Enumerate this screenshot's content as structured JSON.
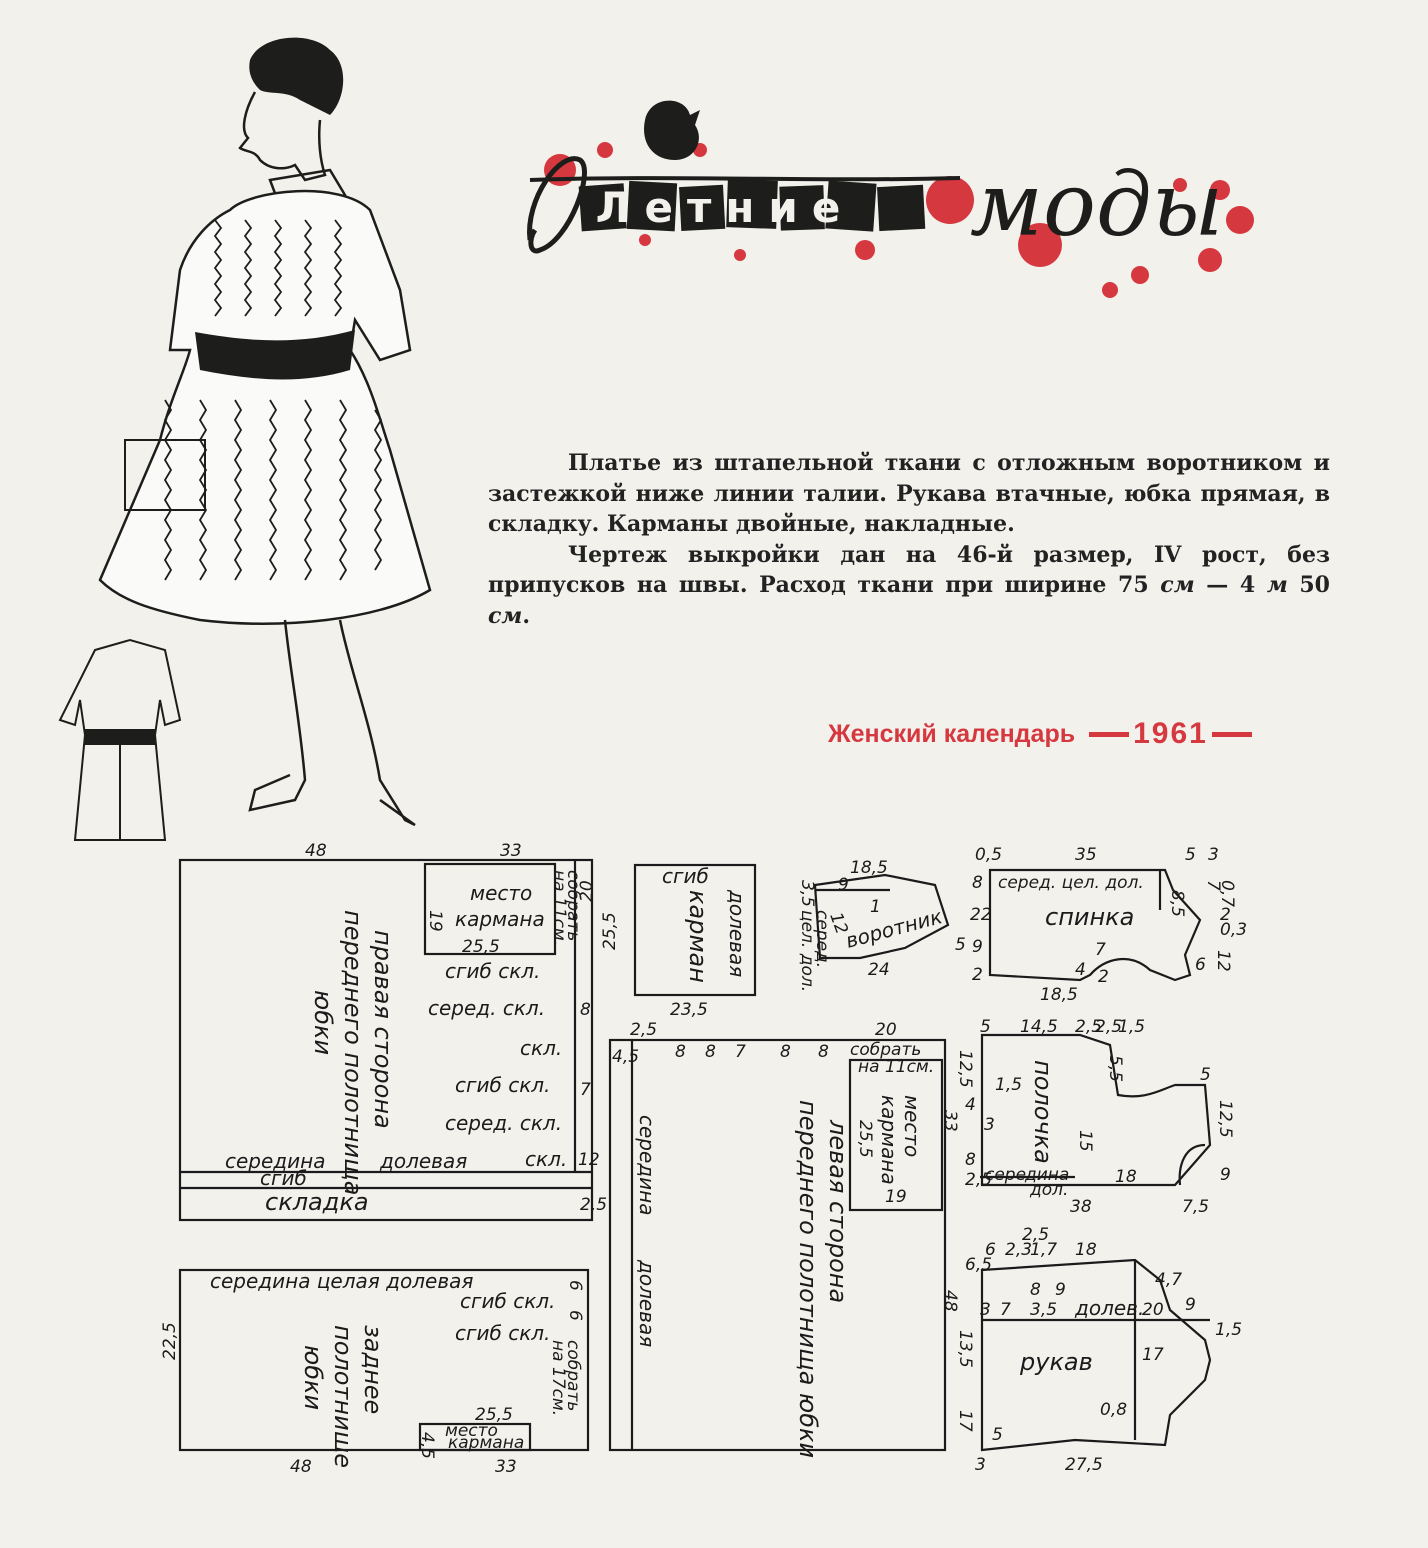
{
  "header": {
    "title_word_1": "Летние",
    "title_word_2": "моды",
    "accent_color": "#d6383f"
  },
  "description": {
    "paragraph_1": "Платье из штапельной ткани с отложным воротником и застежкой ниже линии талии. Рукава втачные, юбка прямая, в складку. Карманы двойные, накладные.",
    "paragraph_2_a": "Чертеж выкройки дан на 46-й размер, IV рост, без припусков на швы. Расход ткани при ширине 75 ",
    "unit_1": "см",
    "dash": " — 4 ",
    "unit_2": "м",
    "value_end": " 50 ",
    "unit_3": "см",
    "end": "."
  },
  "source": {
    "name": "Женский календарь",
    "year": "1961"
  },
  "pattern": {
    "right_skirt": {
      "d_top_1": "48",
      "d_top_2": "33",
      "pocket_label_1": "место",
      "pocket_label_2": "кармана",
      "pocket_d1": "19",
      "pocket_d2": "25,5",
      "gather_1": "собрать",
      "gather_2": "на 11см.",
      "d_20": "20",
      "d_255": "25,5",
      "fold_1": "сгиб скл.",
      "mid_1": "серед. скл.",
      "pleat_1": "скл.",
      "fold_2": "сгиб скл.",
      "mid_2": "серед. скл.",
      "pleat_2": "скл.",
      "name_1": "правая сторона",
      "name_2": "переднего полотнища",
      "name_3": "юбки",
      "middle": "середина",
      "fold": "сгиб",
      "grain": "долевая",
      "pleat": "складка",
      "d_8": "8",
      "d_7": "7",
      "d_12": "12",
      "d_25": "2,5"
    },
    "back_skirt": {
      "top_label": "середина целая долевая",
      "fold_1": "сгиб скл.",
      "fold_2": "сгиб скл.",
      "gather_1": "собрать",
      "gather_2": "на 17см.",
      "d_225": "22,5",
      "d_6": "6",
      "d_6b": "6",
      "name_1": "заднее",
      "name_2": "полотнище",
      "name_3": "юбки",
      "pocket_d": "25,5",
      "pocket_label_1": "место",
      "pocket_label_2": "кармана",
      "d_45": "4,5",
      "d_48": "48",
      "d_33": "33"
    },
    "pocket": {
      "fold": "сгиб",
      "name": "карман",
      "grain": "долевая",
      "d_w": "23,5"
    },
    "left_skirt": {
      "d_25": "2,5",
      "d_20": "20",
      "d_45": "4,5",
      "marks": [
        "8",
        "8",
        "7",
        "8",
        "8"
      ],
      "gather_1": "собрать",
      "gather_2": "на 11см.",
      "pocket_label_1": "место",
      "pocket_label_2": "кармана",
      "pocket_d1": "25,5",
      "pocket_d2": "19",
      "d_33": "33",
      "d_48": "48",
      "middle": "середина",
      "grain": "долевая",
      "name_1": "левая сторона",
      "name_2": "переднего полотнища юбки"
    },
    "collar": {
      "d_185": "18,5",
      "d_9": "9",
      "d_1": "1",
      "d_35": "3,5",
      "mid_1": "серед.",
      "mid_2": "цел. дол.",
      "d_12": "12",
      "name": "воротник",
      "d_24": "24",
      "d_5": "5"
    },
    "back": {
      "d_05": "0,5",
      "d_35": "35",
      "d_5": "5",
      "d_3": "3",
      "mid": "серед. цел. дол.",
      "name": "спинка",
      "d_85": "8,5",
      "d_7": "7",
      "d_07": "0,7",
      "d_2": "2",
      "d_03": "0,3",
      "d_8": "8",
      "d_22": "22",
      "d_9": "9",
      "d_2b": "2",
      "d_7b": "7",
      "d_4": "4",
      "d_2c": "2",
      "d_6": "6",
      "d_12": "12",
      "d_185": "18,5"
    },
    "front": {
      "d_5": "5",
      "d_145": "14,5",
      "d_25a": "2,5",
      "d_25b": "2,5",
      "d_15": "1,5",
      "d_125": "12,5",
      "d_4": "4",
      "d_3": "3",
      "d_8": "8",
      "d_25c": "2,5",
      "d_15b": "1,5",
      "name": "полочка",
      "d_55": "5,5",
      "d_15c": "15",
      "d_5b": "5",
      "d_125b": "12,5",
      "d_9": "9",
      "d_18": "18",
      "mid_1": "сере",
      "mid_2": "дина",
      "mid_3": "дол.",
      "d_38": "38",
      "d_75": "7,5"
    },
    "sleeve": {
      "d_6": "6",
      "d_23": "2,3",
      "d_17": "1,7",
      "d_25": "2,5",
      "d_18": "18",
      "d_65": "6,5",
      "d_135": "13,5",
      "d_17b": "17",
      "d_5": "5",
      "d_3": "3",
      "d_7": "7",
      "d_35": "3,5",
      "d_8": "8",
      "d_9": "9",
      "grain": "долев.",
      "d_20": "20",
      "d_17c": "17",
      "name": "рукав",
      "d_47": "4,7",
      "d_9b": "9",
      "d_15": "1,5",
      "d_08": "0,8",
      "d_275": "27,5",
      "d_3b": "3"
    }
  }
}
